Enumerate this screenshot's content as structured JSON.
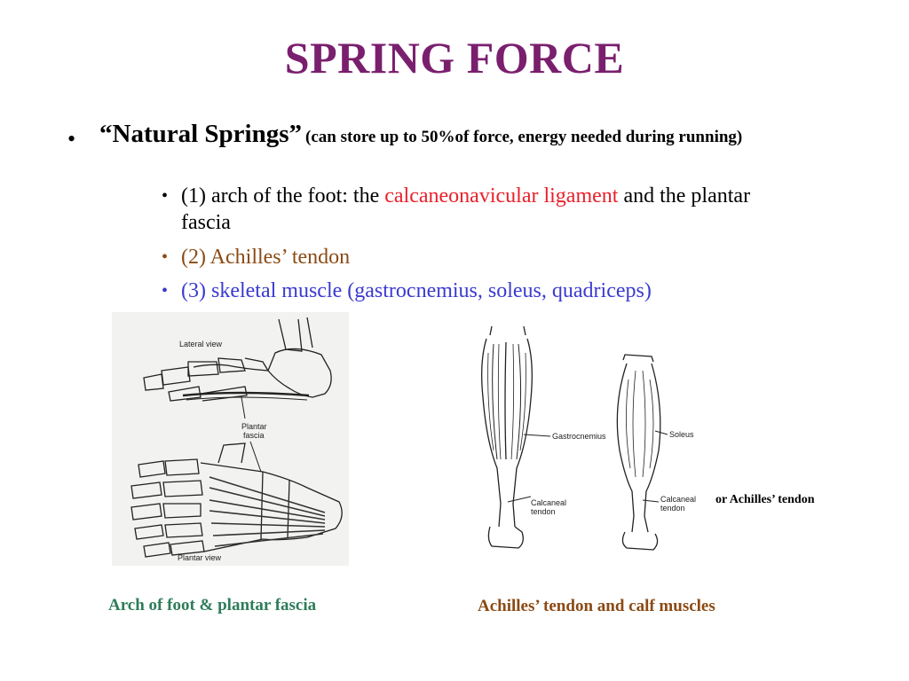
{
  "title": "SPRING FORCE",
  "bullet": {
    "heading": "“Natural Springs”",
    "note": "(can store up to 50%of force, energy needed during running)"
  },
  "items": [
    {
      "prefix": "(1) arch of the foot:  the ",
      "highlight": "calcaneonavicular ligament",
      "suffix": " and the plantar fascia"
    },
    {
      "text": "(2) Achilles’ tendon"
    },
    {
      "text": "(3) skeletal muscle (gastrocnemius, soleus, quadriceps)"
    }
  ],
  "figure_left": {
    "labels": {
      "lateral": "Lateral view",
      "plantar_fascia_1": "Plantar",
      "plantar_fascia_2": "fascia",
      "plantar_view": "Plantar view"
    },
    "caption": "Arch of foot & plantar fascia"
  },
  "figure_right": {
    "labels": {
      "gastrocnemius": "Gastrocnemius",
      "soleus": "Soleus",
      "calcaneal_a1": "Calcaneal",
      "calcaneal_a2": "tendon",
      "calcaneal_b1": "Calcaneal",
      "calcaneal_b2": "tendon"
    },
    "side_note": "or Achilles’ tendon",
    "caption": "Achilles’ tendon and calf muscles"
  },
  "colors": {
    "title": "#7a1f6e",
    "red": "#e8202a",
    "brown": "#8b4a14",
    "blue": "#3a3ad0",
    "caption_green": "#2e7d5a"
  }
}
